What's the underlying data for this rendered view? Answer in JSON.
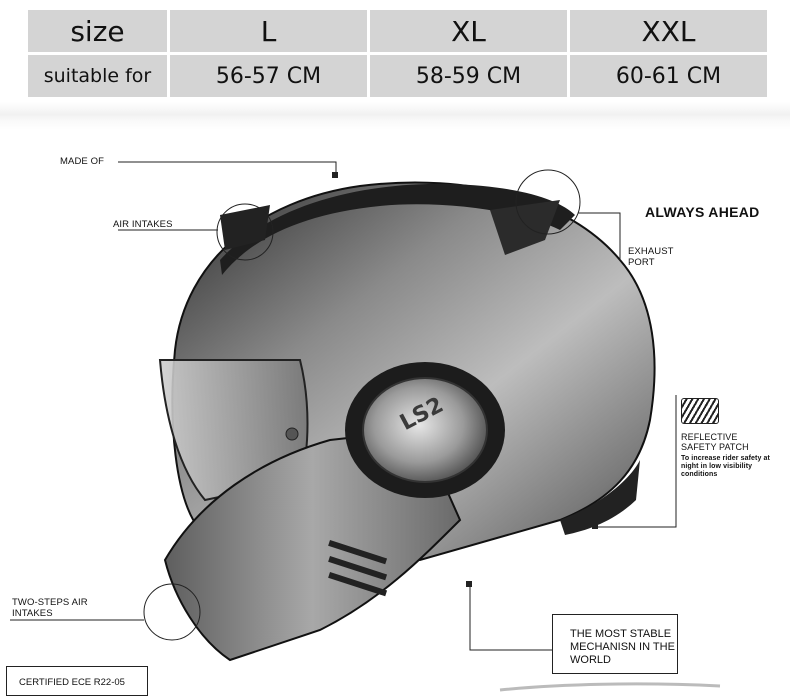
{
  "size_table": {
    "header": {
      "label": "size",
      "sizes": [
        "L",
        "XL",
        "XXL"
      ]
    },
    "row": {
      "label": "suitable for",
      "values": [
        "56-57 CM",
        "58-59 CM",
        "60-61 CM"
      ]
    }
  },
  "callouts": {
    "made_of": "MADE OF",
    "air_intakes": "AIR INTAKES",
    "always_ahead": "ALWAYS AHEAD",
    "exhaust_port": "EXHAUST PORT",
    "reflective_patch": "REFLECTIVE SAFETY PATCH",
    "reflective_note": "To increase rider safety at night in low visibility conditions",
    "two_steps_intakes": "TWO-STEPS AIR INTAKES",
    "stable_mechanism": "THE MOST STABLE MECHANISN IN THE WORLD",
    "certified": "CERTIFIED ECE R22-05"
  },
  "helmet_brand_text": "LS2",
  "colors": {
    "table_cell": "#d4d4d4",
    "helmet_dark": "#1e1e1e",
    "helmet_light": "#c8c8c8"
  }
}
